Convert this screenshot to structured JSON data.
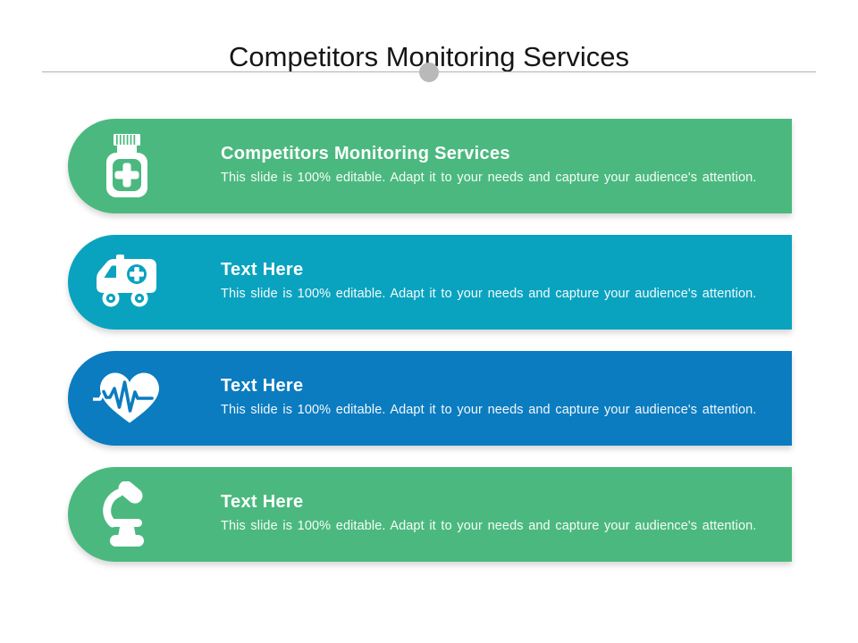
{
  "slide": {
    "title": "Competitors Monitoring Services"
  },
  "colors": {
    "green": "#4bb97f",
    "teal": "#0aa3bf",
    "blue": "#0b7cc0",
    "divider_line": "#b3b3b3",
    "divider_dot": "#b9b9b9",
    "title_text": "#161616",
    "bar_text": "#ffffff"
  },
  "rows": [
    {
      "title": "Competitors Monitoring Services",
      "description": "This slide is 100% editable. Adapt it to your needs and capture your audience's attention.",
      "color": "#4bb97f",
      "icon": "medicine-bottle-icon"
    },
    {
      "title": "Text Here",
      "description": "This slide is 100% editable. Adapt it to your needs and capture your audience's attention.",
      "color": "#0aa3bf",
      "icon": "ambulance-icon"
    },
    {
      "title": "Text Here",
      "description": "This slide is 100% editable. Adapt it to your needs and capture your audience's attention.",
      "color": "#0b7cc0",
      "icon": "heart-pulse-icon"
    },
    {
      "title": "Text Here",
      "description": "This slide is 100% editable. Adapt it to your needs and capture your audience's attention.",
      "color": "#4bb97f",
      "icon": "microscope-icon"
    }
  ]
}
